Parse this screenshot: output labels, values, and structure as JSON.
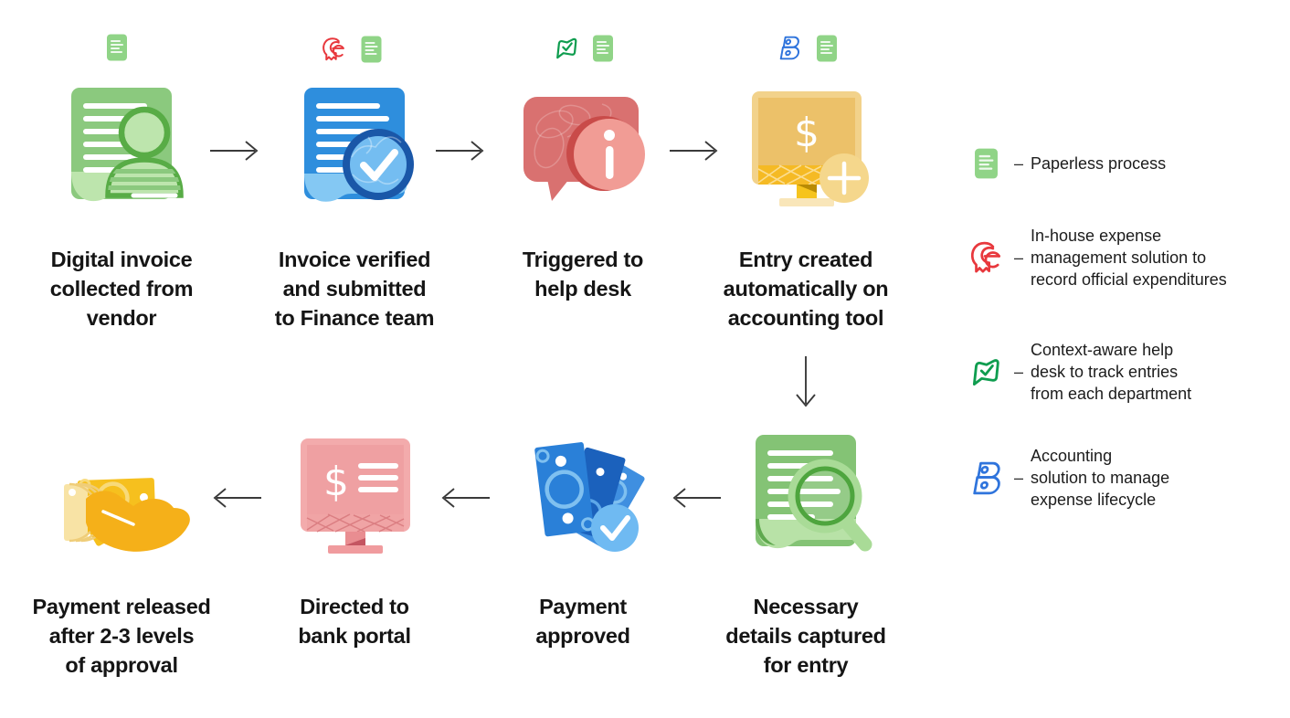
{
  "steps": [
    {
      "name": "digital-invoice-collected",
      "label": "Digital invoice\ncollected from\nvendor",
      "tools": [
        "paperless-icon"
      ]
    },
    {
      "name": "invoice-verified",
      "label": "Invoice verified\nand submitted\nto Finance team",
      "tools": [
        "expense-icon",
        "paperless-icon"
      ]
    },
    {
      "name": "triggered-help-desk",
      "label": "Triggered to\nhelp desk",
      "tools": [
        "helpdesk-icon",
        "paperless-icon"
      ]
    },
    {
      "name": "entry-created",
      "label": "Entry created\nautomatically on\naccounting tool",
      "tools": [
        "books-icon",
        "paperless-icon"
      ]
    },
    {
      "name": "details-captured",
      "label": "Necessary\ndetails captured\nfor entry",
      "tools": []
    },
    {
      "name": "payment-approved",
      "label": "Payment\napproved",
      "tools": []
    },
    {
      "name": "directed-bank-portal",
      "label": "Directed to\nbank portal",
      "tools": []
    },
    {
      "name": "payment-released",
      "label": "Payment released\nafter 2-3 levels\nof approval",
      "tools": []
    }
  ],
  "legend": {
    "dash": "–",
    "items": [
      {
        "icon": "paperless-icon",
        "label": "Paperless process"
      },
      {
        "icon": "expense-icon",
        "label": "In-house expense\nmanagement solution to\nrecord official expenditures"
      },
      {
        "icon": "helpdesk-icon",
        "label": "Context-aware help\ndesk to track entries\nfrom each department"
      },
      {
        "icon": "books-icon",
        "label": "Accounting\nsolution to manage\nexpense lifecycle"
      }
    ]
  },
  "symbols": {
    "dollar": "$"
  },
  "colors": {
    "green_main": "#8BC97E",
    "green_light": "#BDE5AD",
    "green_dark": "#58AC46",
    "doc_icon_green": "#90D487",
    "blue_doc": "#2E8EDD",
    "blue_light": "#84C8F3",
    "blue_ring": "#1A57A8",
    "rose_bubble": "#D97170",
    "rose_info": "#F19C95",
    "amber_screen": "#ECC169",
    "amber_strip": "#F5BA24",
    "bills_blue": "#2A80D8",
    "check_blue": "#6FBAF2",
    "pink_screen": "#EFA0A2",
    "bill_yellow": "#F6C01E",
    "hand_yellow": "#F5B019",
    "legend_red": "#E8383D",
    "legend_green": "#0F9D4F",
    "legend_blue": "#2F74DC",
    "arrow": "#3A3A3A",
    "text": "#151515"
  }
}
